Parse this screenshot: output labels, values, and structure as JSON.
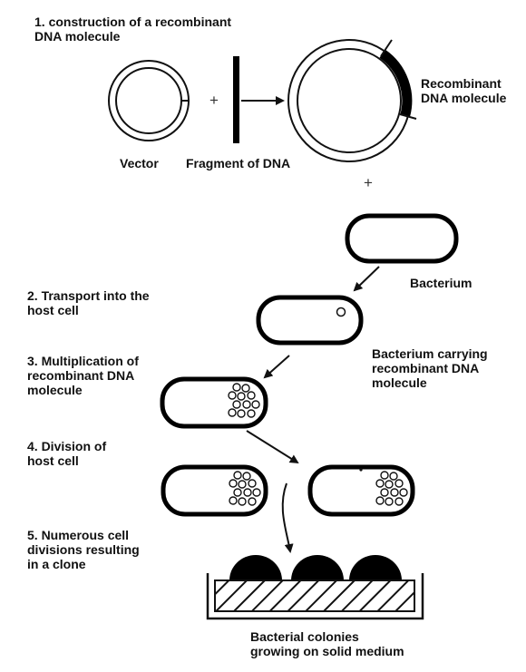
{
  "steps": [
    {
      "line1": "1. construction of a recombinant",
      "line2": "DNA molecule"
    },
    {
      "line1": "2. Transport into the",
      "line2": "host cell"
    },
    {
      "line1": "3. Multiplication of",
      "line2": "recombinant DNA",
      "line3": "molecule"
    },
    {
      "line1": "4. Division of",
      "line2": "host cell"
    },
    {
      "line1": "5. Numerous cell",
      "line2": "divisions resulting",
      "line3": "in a clone"
    }
  ],
  "labels": {
    "vector": "Vector",
    "fragment": "Fragment of DNA",
    "recombinant": {
      "line1": "Recombinant",
      "line2": "DNA molecule"
    },
    "bacterium": "Bacterium",
    "carrying": {
      "line1": "Bacterium carrying",
      "line2": "recombinant DNA",
      "line3": "molecule"
    },
    "colonies": {
      "line1": "Bacterial colonies",
      "line2": "growing on solid medium"
    }
  },
  "symbols": {
    "plus": "+"
  },
  "colors": {
    "ink": "#111111",
    "fragment": "#000000"
  }
}
